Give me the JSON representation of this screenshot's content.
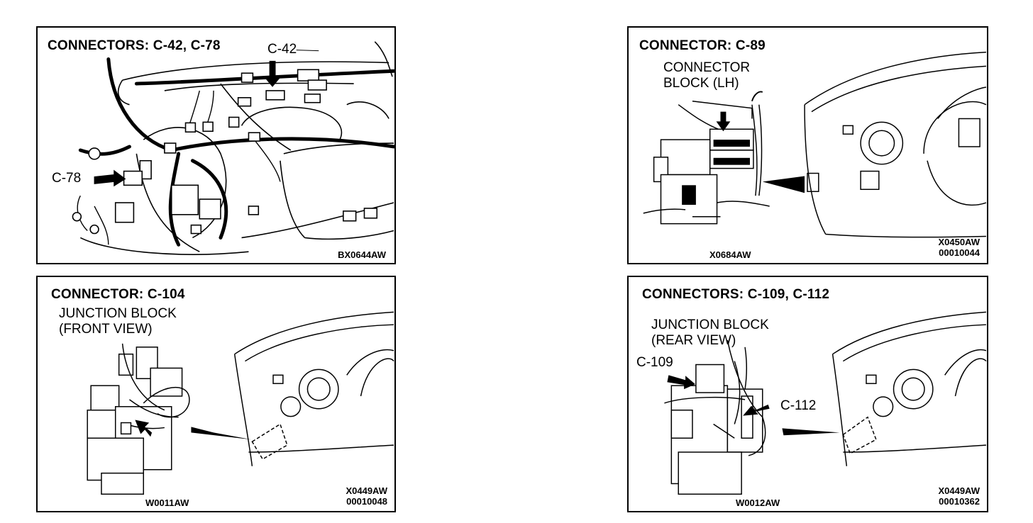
{
  "panels": [
    {
      "title": "CONNECTORS:  C-42,  C-78",
      "callouts": [
        "C-42",
        "C-78"
      ],
      "codes": [
        "BX0644AW"
      ]
    },
    {
      "title": "CONNECTOR:  C-89",
      "label_lines": [
        "CONNECTOR",
        "BLOCK (LH)"
      ],
      "codes": [
        "X0684AW",
        "X0450AW",
        "00010044"
      ]
    },
    {
      "title": "CONNECTOR:  C-104",
      "label_lines": [
        "JUNCTION BLOCK",
        "(FRONT VIEW)"
      ],
      "codes": [
        "W0011AW",
        "X0449AW",
        "00010048"
      ]
    },
    {
      "title": "CONNECTORS:  C-109,  C-112",
      "label_lines": [
        "JUNCTION BLOCK",
        "(REAR VIEW)"
      ],
      "callouts": [
        "C-109",
        "C-112"
      ],
      "codes": [
        "W0012AW",
        "X0449AW",
        "00010362"
      ]
    }
  ]
}
